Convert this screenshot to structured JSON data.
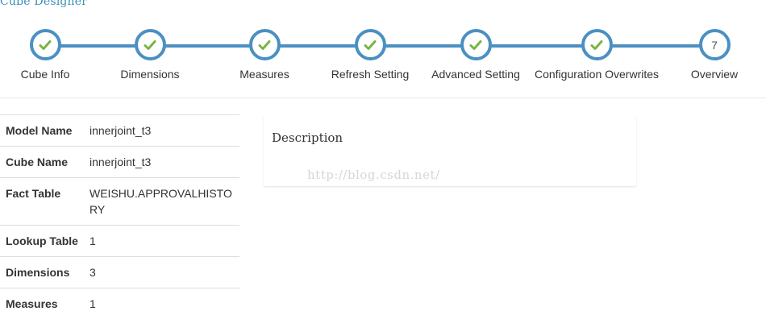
{
  "header": {
    "title": "Cube Designer"
  },
  "wizard": {
    "steps": [
      {
        "label": "Cube Info",
        "state": "completed",
        "icon": "check-icon"
      },
      {
        "label": "Dimensions",
        "state": "completed",
        "icon": "check-icon"
      },
      {
        "label": "Measures",
        "state": "completed",
        "icon": "check-icon"
      },
      {
        "label": "Refresh Setting",
        "state": "completed",
        "icon": "check-icon"
      },
      {
        "label": "Advanced Setting",
        "state": "completed",
        "icon": "check-icon"
      },
      {
        "label": "Configuration Overwrites",
        "state": "completed",
        "icon": "check-icon"
      },
      {
        "label": "Overview",
        "state": "current",
        "number": "7"
      }
    ],
    "colors": {
      "line": "#4a90c2",
      "check": "#7cb342"
    }
  },
  "overview": {
    "rows": [
      {
        "key": "Model Name",
        "value": "innerjoint_t3"
      },
      {
        "key": "Cube Name",
        "value": "innerjoint_t3"
      },
      {
        "key": "Fact Table",
        "value": "WEISHU.APPROVALHISTORY"
      },
      {
        "key": "Lookup Table",
        "value": "1"
      },
      {
        "key": "Dimensions",
        "value": "3"
      },
      {
        "key": "Measures",
        "value": "1"
      }
    ]
  },
  "description": {
    "label": "Description",
    "watermark": "http://blog.csdn.net/"
  }
}
